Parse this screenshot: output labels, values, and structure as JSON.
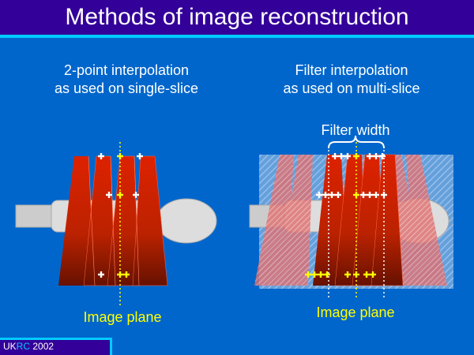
{
  "slide": {
    "title": "Methods of image reconstruction",
    "left": {
      "caption_line1": "2-point interpolation",
      "caption_line2": "as used on single-slice",
      "image_plane_label": "Image plane"
    },
    "right": {
      "caption_line1": "Filter interpolation",
      "caption_line2": "as used on multi-slice",
      "filter_width_label": "Filter width",
      "image_plane_label": "Image plane"
    },
    "footer": {
      "org_prefix": "UK",
      "org_suffix": "RC",
      "year": "2002"
    }
  },
  "colors": {
    "background": "#0066CC",
    "header": "#330099",
    "accent": "#00CCFF",
    "helix_red": "#CC2200",
    "helix_dark": "#661100",
    "marker_yellow": "#FFFF00",
    "marker_white": "#FFFFFF",
    "table_grey": "#DDDDDD"
  }
}
